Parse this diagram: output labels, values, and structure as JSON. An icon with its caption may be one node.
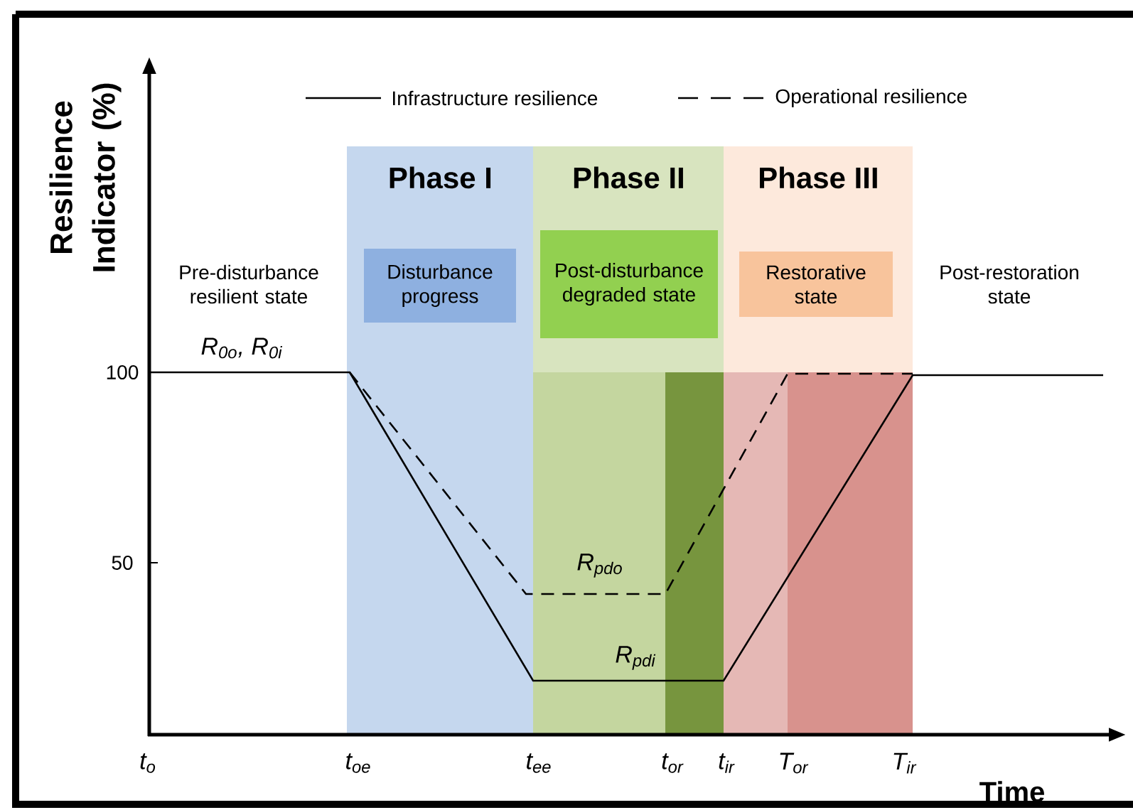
{
  "diagram": {
    "nodes": [
      {
        "text": [
          "Phase I"
        ]
      },
      {
        "text": [
          "Disturbance progress"
        ],
        "in": 0
      },
      {
        "text": [
          "Phase II"
        ]
      },
      {
        "text": [
          "Post-disturbance degraded state"
        ],
        "in": 2
      },
      {
        "text": [
          "Phase III"
        ]
      },
      {
        "text": [
          "Restorative state"
        ],
        "in": 4
      }
    ],
    "edges": [],
    "labels": [
      "Resilience Indicator (%)",
      "Pre-disturbance resilient state",
      "Post-restoration state",
      "R$_{0o}$, R$_{0i}$",
      "100",
      "50",
      "R$_{pdo}$",
      "R$_{pdi}$",
      "t$_{o}$",
      "t$_{oe}$",
      "t$_{ee}$",
      "t$_{or}$",
      "t$_{ir}$",
      "T$_{or}$",
      "T$_{ir}$",
      "Time"
    ],
    "legend": [
      {
        "text": "Infrastructure resilience"
      },
      {
        "text": "Operational resilience"
      }
    ]
  }
}
